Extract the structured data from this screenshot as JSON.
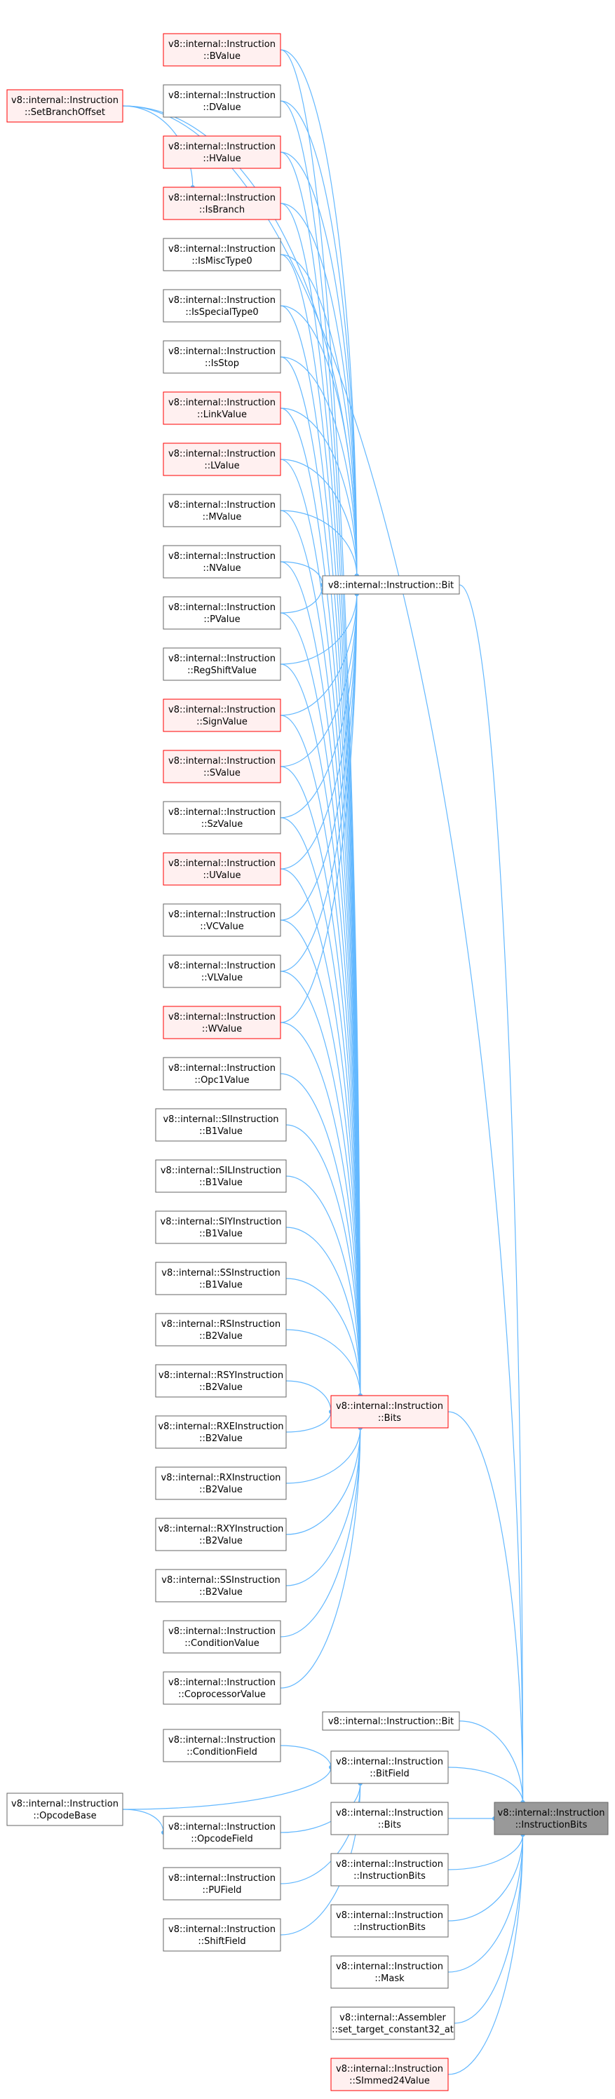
{
  "colors": {
    "edge": "#63b8ff",
    "normal_fill": "#ffffff",
    "normal_stroke": "#666666",
    "red_fill": "#fff0f0",
    "red_stroke": "#ff0000",
    "target_fill": "#999999",
    "target_stroke": "#666666"
  },
  "nodes": [
    {
      "id": "SetBranchOffset",
      "lines": [
        "v8::internal::Instruction",
        "::SetBranchOffset"
      ],
      "style": "red"
    },
    {
      "id": "BValue",
      "lines": [
        "v8::internal::Instruction",
        "::BValue"
      ],
      "style": "red"
    },
    {
      "id": "DValue",
      "lines": [
        "v8::internal::Instruction",
        "::DValue"
      ],
      "style": "normal"
    },
    {
      "id": "HValue",
      "lines": [
        "v8::internal::Instruction",
        "::HValue"
      ],
      "style": "red"
    },
    {
      "id": "IsBranch",
      "lines": [
        "v8::internal::Instruction",
        "::IsBranch"
      ],
      "style": "red"
    },
    {
      "id": "IsMiscType0",
      "lines": [
        "v8::internal::Instruction",
        "::IsMiscType0"
      ],
      "style": "normal"
    },
    {
      "id": "IsSpecialType0",
      "lines": [
        "v8::internal::Instruction",
        "::IsSpecialType0"
      ],
      "style": "normal"
    },
    {
      "id": "IsStop",
      "lines": [
        "v8::internal::Instruction",
        "::IsStop"
      ],
      "style": "normal"
    },
    {
      "id": "LinkValue",
      "lines": [
        "v8::internal::Instruction",
        "::LinkValue"
      ],
      "style": "red"
    },
    {
      "id": "LValue",
      "lines": [
        "v8::internal::Instruction",
        "::LValue"
      ],
      "style": "red"
    },
    {
      "id": "MValue",
      "lines": [
        "v8::internal::Instruction",
        "::MValue"
      ],
      "style": "normal"
    },
    {
      "id": "NValue",
      "lines": [
        "v8::internal::Instruction",
        "::NValue"
      ],
      "style": "normal"
    },
    {
      "id": "PValue",
      "lines": [
        "v8::internal::Instruction",
        "::PValue"
      ],
      "style": "normal"
    },
    {
      "id": "RegShiftValue",
      "lines": [
        "v8::internal::Instruction",
        "::RegShiftValue"
      ],
      "style": "normal"
    },
    {
      "id": "SignValue",
      "lines": [
        "v8::internal::Instruction",
        "::SignValue"
      ],
      "style": "red"
    },
    {
      "id": "SValue",
      "lines": [
        "v8::internal::Instruction",
        "::SValue"
      ],
      "style": "red"
    },
    {
      "id": "SzValue",
      "lines": [
        "v8::internal::Instruction",
        "::SzValue"
      ],
      "style": "normal"
    },
    {
      "id": "UValue",
      "lines": [
        "v8::internal::Instruction",
        "::UValue"
      ],
      "style": "red"
    },
    {
      "id": "VCValue",
      "lines": [
        "v8::internal::Instruction",
        "::VCValue"
      ],
      "style": "normal"
    },
    {
      "id": "VLValue",
      "lines": [
        "v8::internal::Instruction",
        "::VLValue"
      ],
      "style": "normal"
    },
    {
      "id": "WValue",
      "lines": [
        "v8::internal::Instruction",
        "::WValue"
      ],
      "style": "red"
    },
    {
      "id": "Opc1Value",
      "lines": [
        "v8::internal::Instruction",
        "::Opc1Value"
      ],
      "style": "normal"
    },
    {
      "id": "Bit",
      "lines": [
        "v8::internal::Instruction::Bit"
      ],
      "style": "normal"
    },
    {
      "id": "SIB1Value",
      "lines": [
        "v8::internal::SIInstruction",
        "::B1Value"
      ],
      "style": "normal"
    },
    {
      "id": "SILB1Value",
      "lines": [
        "v8::internal::SILInstruction",
        "::B1Value"
      ],
      "style": "normal"
    },
    {
      "id": "SIYB1Value",
      "lines": [
        "v8::internal::SIYInstruction",
        "::B1Value"
      ],
      "style": "normal"
    },
    {
      "id": "SSB1Value",
      "lines": [
        "v8::internal::SSInstruction",
        "::B1Value"
      ],
      "style": "normal"
    },
    {
      "id": "RSB2Value",
      "lines": [
        "v8::internal::RSInstruction",
        "::B2Value"
      ],
      "style": "normal"
    },
    {
      "id": "RSYB2Value",
      "lines": [
        "v8::internal::RSYInstruction",
        "::B2Value"
      ],
      "style": "normal"
    },
    {
      "id": "RXEB2Value",
      "lines": [
        "v8::internal::RXEInstruction",
        "::B2Value"
      ],
      "style": "normal"
    },
    {
      "id": "RXB2Value",
      "lines": [
        "v8::internal::RXInstruction",
        "::B2Value"
      ],
      "style": "normal"
    },
    {
      "id": "RXYB2Value",
      "lines": [
        "v8::internal::RXYInstruction",
        "::B2Value"
      ],
      "style": "normal"
    },
    {
      "id": "SSB2Value",
      "lines": [
        "v8::internal::SSInstruction",
        "::B2Value"
      ],
      "style": "normal"
    },
    {
      "id": "ConditionValue",
      "lines": [
        "v8::internal::Instruction",
        "::ConditionValue"
      ],
      "style": "normal"
    },
    {
      "id": "CoprocessorValue",
      "lines": [
        "v8::internal::Instruction",
        "::CoprocessorValue"
      ],
      "style": "normal"
    },
    {
      "id": "Bits",
      "lines": [
        "v8::internal::Instruction",
        "::Bits"
      ],
      "style": "red"
    },
    {
      "id": "Bit2",
      "lines": [
        "v8::internal::Instruction::Bit"
      ],
      "style": "normal"
    },
    {
      "id": "ConditionField",
      "lines": [
        "v8::internal::Instruction",
        "::ConditionField"
      ],
      "style": "normal"
    },
    {
      "id": "BitField",
      "lines": [
        "v8::internal::Instruction",
        "::BitField"
      ],
      "style": "normal"
    },
    {
      "id": "OpcodeBase",
      "lines": [
        "v8::internal::Instruction",
        "::OpcodeBase"
      ],
      "style": "normal"
    },
    {
      "id": "OpcodeField",
      "lines": [
        "v8::internal::Instruction",
        "::OpcodeField"
      ],
      "style": "normal"
    },
    {
      "id": "PUField",
      "lines": [
        "v8::internal::Instruction",
        "::PUField"
      ],
      "style": "normal"
    },
    {
      "id": "ShiftField",
      "lines": [
        "v8::internal::Instruction",
        "::ShiftField"
      ],
      "style": "normal"
    },
    {
      "id": "Bits2",
      "lines": [
        "v8::internal::Instruction",
        "::Bits"
      ],
      "style": "normal"
    },
    {
      "id": "InstructionBitsA",
      "lines": [
        "v8::internal::Instruction",
        "::InstructionBits"
      ],
      "style": "normal"
    },
    {
      "id": "InstructionBitsB",
      "lines": [
        "v8::internal::Instruction",
        "::InstructionBits"
      ],
      "style": "normal"
    },
    {
      "id": "Mask",
      "lines": [
        "v8::internal::Instruction",
        "::Mask"
      ],
      "style": "normal"
    },
    {
      "id": "SetTarget",
      "lines": [
        "v8::internal::Assembler",
        "::set_target_constant32_at"
      ],
      "style": "normal"
    },
    {
      "id": "SImmed24Value",
      "lines": [
        "v8::internal::Instruction",
        "::SImmed24Value"
      ],
      "style": "red"
    },
    {
      "id": "InstructionBits",
      "lines": [
        "v8::internal::Instruction",
        "::InstructionBits"
      ],
      "style": "target"
    }
  ],
  "edges": [
    [
      "BValue",
      "Bit"
    ],
    [
      "DValue",
      "Bit"
    ],
    [
      "HValue",
      "Bit"
    ],
    [
      "IsBranch",
      "Bit"
    ],
    [
      "IsMiscType0",
      "Bit"
    ],
    [
      "IsSpecialType0",
      "Bit"
    ],
    [
      "IsStop",
      "Bit"
    ],
    [
      "LinkValue",
      "Bit"
    ],
    [
      "LValue",
      "Bit"
    ],
    [
      "MValue",
      "Bit"
    ],
    [
      "NValue",
      "Bit"
    ],
    [
      "PValue",
      "Bit"
    ],
    [
      "RegShiftValue",
      "Bit"
    ],
    [
      "SignValue",
      "Bit"
    ],
    [
      "SValue",
      "Bit"
    ],
    [
      "SzValue",
      "Bit"
    ],
    [
      "UValue",
      "Bit"
    ],
    [
      "VCValue",
      "Bit"
    ],
    [
      "VLValue",
      "Bit"
    ],
    [
      "WValue",
      "Bit"
    ],
    [
      "SetBranchOffset",
      "Bit"
    ],
    [
      "SetBranchOffset",
      "IsBranch"
    ],
    [
      "SetBranchOffset",
      "InstructionBits"
    ],
    [
      "Bit",
      "InstructionBits"
    ],
    [
      "BValue",
      "Bits"
    ],
    [
      "DValue",
      "Bits"
    ],
    [
      "HValue",
      "Bits"
    ],
    [
      "IsBranch",
      "Bits"
    ],
    [
      "IsMiscType0",
      "Bits"
    ],
    [
      "IsSpecialType0",
      "Bits"
    ],
    [
      "IsStop",
      "Bits"
    ],
    [
      "LinkValue",
      "Bits"
    ],
    [
      "LValue",
      "Bits"
    ],
    [
      "MValue",
      "Bits"
    ],
    [
      "NValue",
      "Bits"
    ],
    [
      "PValue",
      "Bits"
    ],
    [
      "RegShiftValue",
      "Bits"
    ],
    [
      "SignValue",
      "Bits"
    ],
    [
      "SValue",
      "Bits"
    ],
    [
      "SzValue",
      "Bits"
    ],
    [
      "UValue",
      "Bits"
    ],
    [
      "VCValue",
      "Bits"
    ],
    [
      "VLValue",
      "Bits"
    ],
    [
      "WValue",
      "Bits"
    ],
    [
      "Opc1Value",
      "Bits"
    ],
    [
      "SIB1Value",
      "Bits"
    ],
    [
      "SILB1Value",
      "Bits"
    ],
    [
      "SIYB1Value",
      "Bits"
    ],
    [
      "SSB1Value",
      "Bits"
    ],
    [
      "RSB2Value",
      "Bits"
    ],
    [
      "RSYB2Value",
      "Bits"
    ],
    [
      "RXEB2Value",
      "Bits"
    ],
    [
      "RXB2Value",
      "Bits"
    ],
    [
      "RXYB2Value",
      "Bits"
    ],
    [
      "SSB2Value",
      "Bits"
    ],
    [
      "ConditionValue",
      "Bits"
    ],
    [
      "CoprocessorValue",
      "Bits"
    ],
    [
      "Bits",
      "InstructionBits"
    ],
    [
      "Bit2",
      "InstructionBits"
    ],
    [
      "ConditionField",
      "BitField"
    ],
    [
      "OpcodeField",
      "BitField"
    ],
    [
      "PUField",
      "BitField"
    ],
    [
      "ShiftField",
      "BitField"
    ],
    [
      "OpcodeBase",
      "BitField"
    ],
    [
      "OpcodeBase",
      "OpcodeField"
    ],
    [
      "BitField",
      "InstructionBits"
    ],
    [
      "Bits2",
      "InstructionBits"
    ],
    [
      "InstructionBitsA",
      "InstructionBits"
    ],
    [
      "InstructionBitsB",
      "InstructionBits"
    ],
    [
      "Mask",
      "InstructionBits"
    ],
    [
      "SetTarget",
      "InstructionBits"
    ],
    [
      "SImmed24Value",
      "InstructionBits"
    ]
  ]
}
